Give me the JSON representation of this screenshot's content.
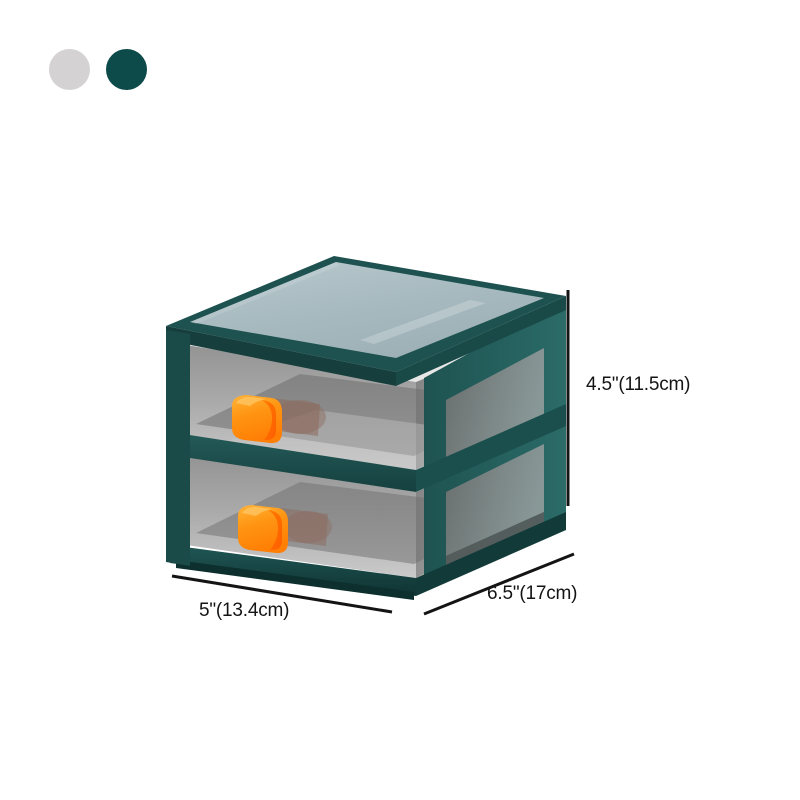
{
  "product": {
    "name": "two-drawer-desktop-storage-unit",
    "type": "stackable plastic drawer organizer",
    "drawer_count": 2,
    "colors": {
      "frame_teal": "#1d5250",
      "frame_teal_dark": "#123a39",
      "frame_teal_light": "#2a6462",
      "lid_top": "#a4b8bd",
      "lid_top_highlight": "#b9cace",
      "drawer_glass": "#8d8d8d",
      "drawer_glass_light": "#b5b5b5",
      "drawer_glass_dark": "#6e6e6e",
      "handle_orange": "#ff9b16",
      "handle_orange_bright": "#ff7a00",
      "handle_shadow": "#8c6a5d",
      "background": "#ffffff"
    },
    "parts": [
      {
        "name": "lid",
        "label": "top lid"
      },
      {
        "name": "upper-drawer",
        "label": "upper drawer"
      },
      {
        "name": "lower-drawer",
        "label": "lower drawer"
      },
      {
        "name": "upper-handle",
        "label": "upper drawer handle"
      },
      {
        "name": "lower-handle",
        "label": "lower drawer handle"
      },
      {
        "name": "frame",
        "label": "outer frame"
      },
      {
        "name": "base",
        "label": "base"
      }
    ]
  },
  "swatches": [
    {
      "name": "light-gray",
      "color": "#d4d2d2"
    },
    {
      "name": "dark-teal",
      "color": "#0d4a4a"
    }
  ],
  "dimensions": {
    "height": {
      "label": "4.5\"(11.5cm)",
      "inches": 4.5,
      "cm": 11.5
    },
    "width": {
      "label": "5\"(13.4cm)",
      "inches": 5.0,
      "cm": 13.4
    },
    "depth": {
      "label": "6.5\"(17cm)",
      "inches": 6.5,
      "cm": 17.0
    }
  }
}
